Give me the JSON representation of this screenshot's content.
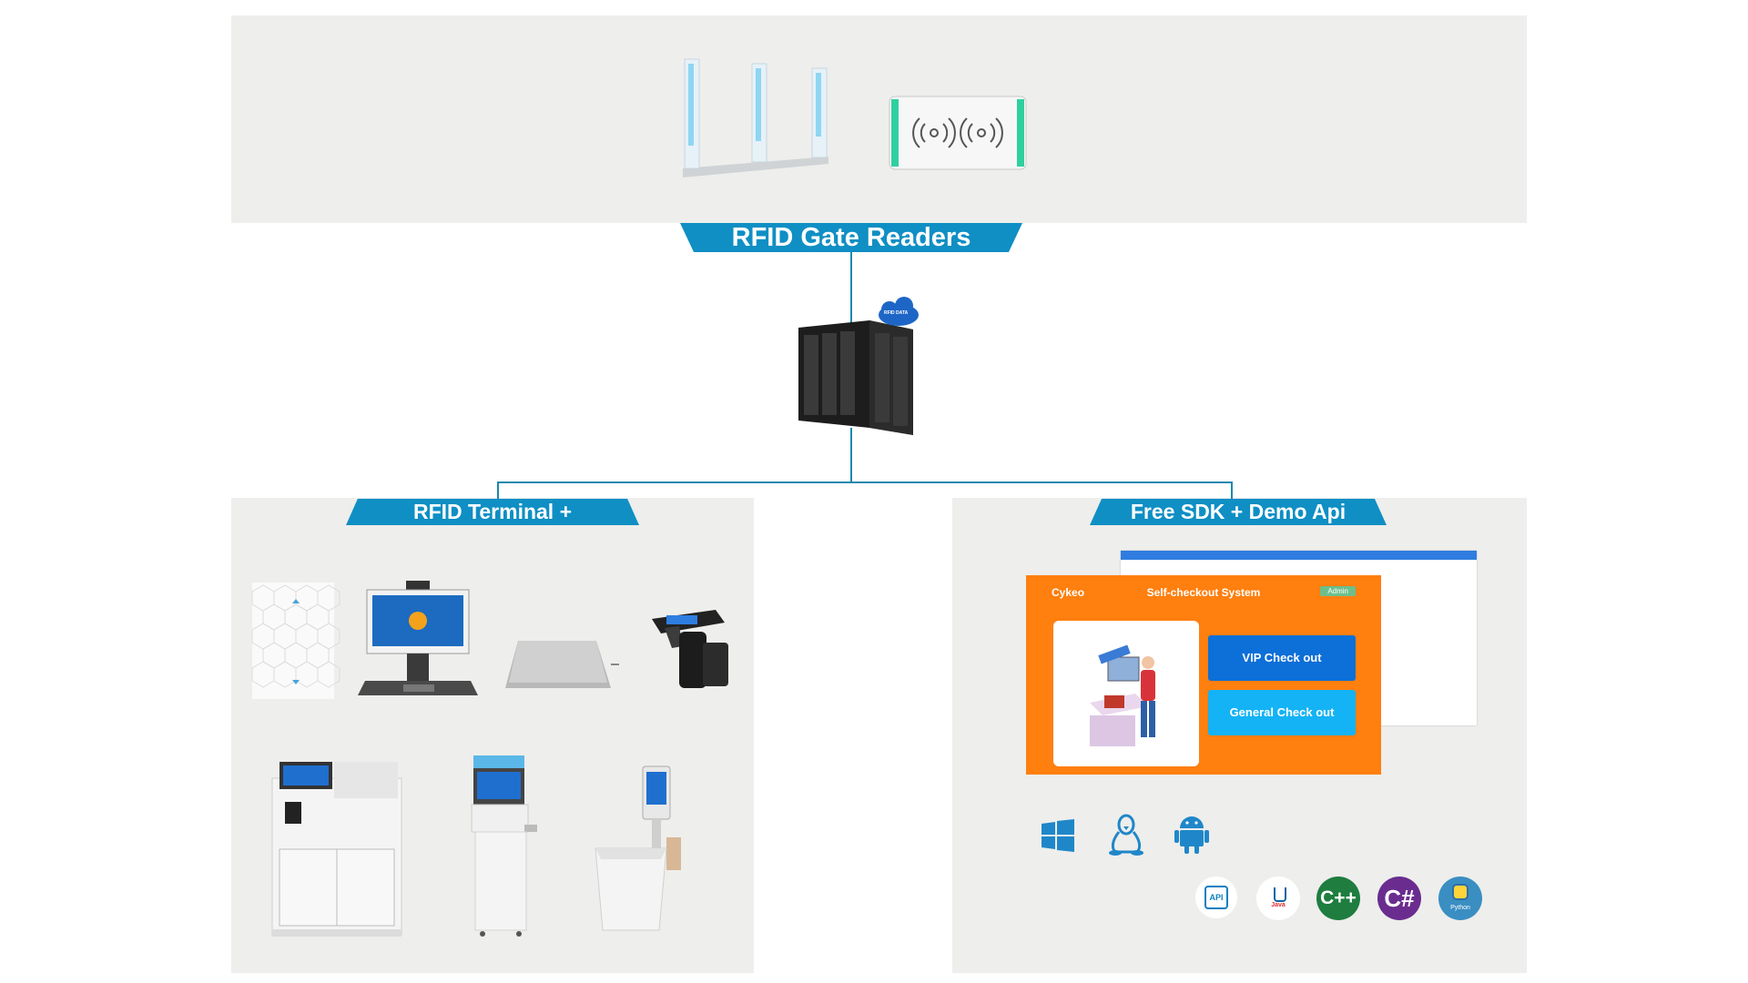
{
  "top_panel": {
    "banner_label": "RFID Gate Readers",
    "devices": [
      "rfid-gate-antenna",
      "rfid-pad-reader"
    ]
  },
  "server": {
    "cloud_label": "RFID DATA"
  },
  "left_panel": {
    "banner_label": "RFID Terminal +",
    "devices": [
      "rfid-tag-sheet",
      "desktop-terminal",
      "rfid-pad",
      "handheld-scanner",
      "self-checkout-cabinet",
      "kiosk-terminal",
      "bin-terminal"
    ]
  },
  "right_panel": {
    "banner_label": "Free SDK + Demo Api",
    "checkout": {
      "brand": "Cykeo",
      "title": "Self-checkout System",
      "admin_badge": "Admin",
      "vip_button": "VIP Check out",
      "general_button": "General Check out"
    },
    "os_icons": [
      "windows-icon",
      "linux-icon",
      "android-icon"
    ],
    "lang_icons": [
      {
        "name": "api-icon",
        "label": "API",
        "color": "#0f7fc0"
      },
      {
        "name": "java-icon",
        "label": "Java",
        "color": "#e3262e"
      },
      {
        "name": "cpp-icon",
        "label": "C++",
        "color": "#1e7d3f"
      },
      {
        "name": "csharp-icon",
        "label": "C#",
        "color": "#6a2d8f"
      },
      {
        "name": "python-icon",
        "label": "Python",
        "color": "#3a8ec2"
      }
    ]
  },
  "colors": {
    "banner": "#0f8fc4",
    "connector": "#1b88ad",
    "panel": "#eeeeec",
    "checkout_orange": "#ff7f0f"
  }
}
